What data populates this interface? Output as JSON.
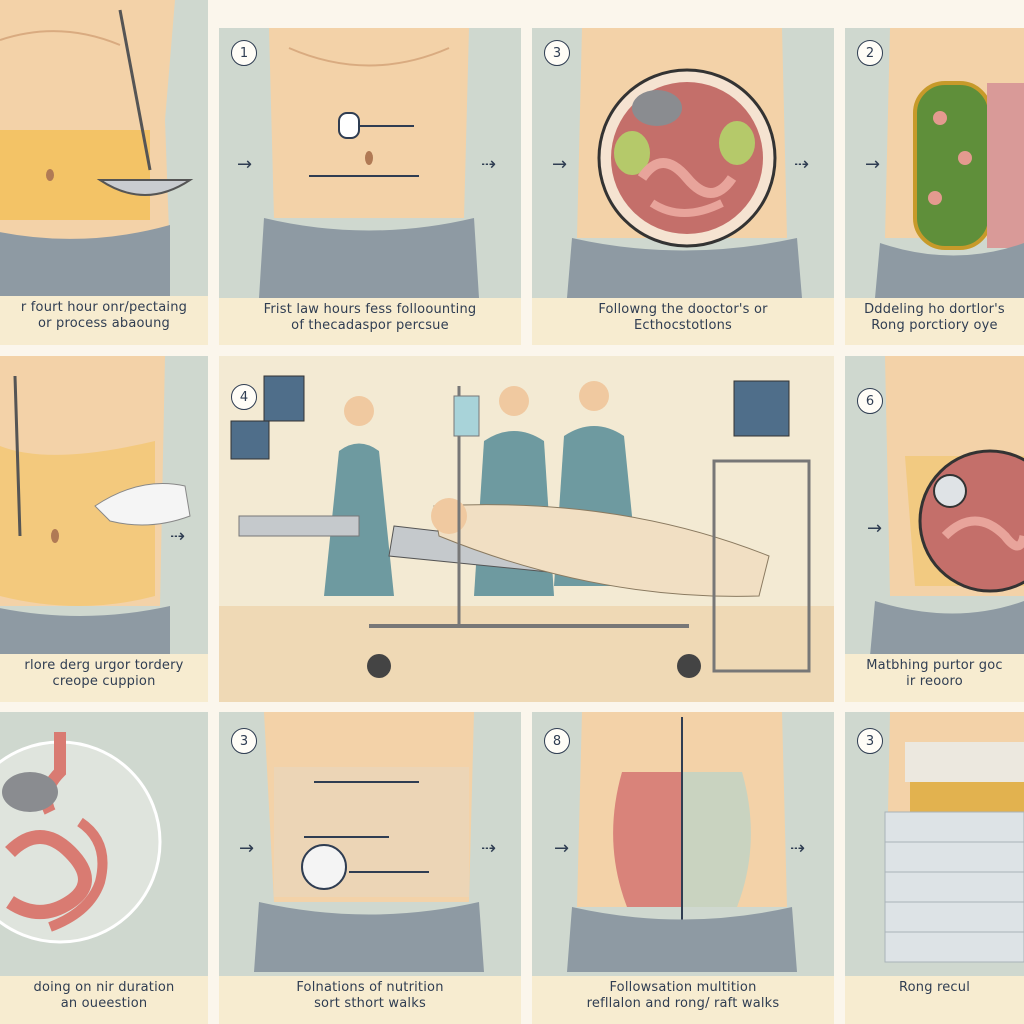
{
  "panels": [
    {
      "badge": "",
      "caption": [
        "r fourt hour onr/pectaing",
        "or process abaoung"
      ]
    },
    {
      "badge": "1",
      "caption": [
        "Frist law hours fess folloounting",
        "of thecadaspor percsue"
      ]
    },
    {
      "badge": "3",
      "caption": [
        "Followng the dooctor's or",
        "Ecthocstotlons"
      ]
    },
    {
      "badge": "2",
      "caption": [
        "Dddeling ho dortlor's",
        "Rong porctiory oye"
      ]
    },
    {
      "badge": "",
      "caption": [
        "rlore derg urgor tordery",
        "creope cuppion"
      ]
    },
    {
      "badge": "4",
      "caption": []
    },
    {
      "badge": "6",
      "caption": [
        "Matbhing purtor goc",
        "ir reooro"
      ]
    },
    {
      "badge": "",
      "caption": [
        "doing on nir duration",
        "an oueestion"
      ]
    },
    {
      "badge": "3",
      "caption": [
        "Folnations of nutrition",
        "sort sthort walks"
      ]
    },
    {
      "badge": "8",
      "caption": [
        "Followsation multition",
        "refllalon and rong/ raft walks"
      ]
    },
    {
      "badge": "3",
      "caption": [
        "Rong recul"
      ]
    }
  ],
  "colors": {
    "panel_bg": "#cfd8cf",
    "skin": "#f3d2a8",
    "waistband": "#8e9aa3",
    "intestine": "#d9837a",
    "caption_bg": "#f7ecd0",
    "caption_text": "#2f3d52"
  }
}
